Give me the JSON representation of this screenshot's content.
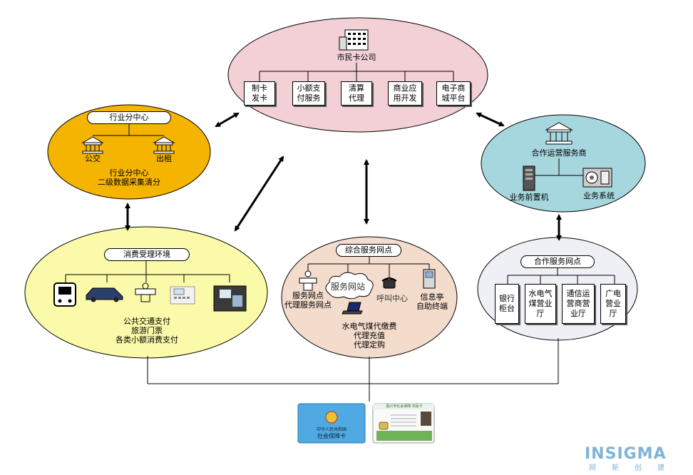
{
  "center": {
    "title": "市民卡公司",
    "units": [
      "制卡\n发卡",
      "小额支\n付服务",
      "清算\n代理",
      "商业应\n用开发",
      "电子商\n城平台"
    ]
  },
  "industry": {
    "pill": "行业分中心",
    "left_label": "公交",
    "right_label": "出租",
    "desc": "行业分中心\n二级数据采集清分"
  },
  "partner_ops": {
    "title": "合作运营服务商",
    "left_label": "业务前置机",
    "right_label": "业务系统"
  },
  "consumer": {
    "pill": "消费受理环境",
    "desc": "公共交通支付\n旅游门票\n各类小额消费支付"
  },
  "service_points": {
    "pill": "综合服务网点",
    "cloud": "服务网站",
    "call": "呼叫中心",
    "point_label": "服务网点\n代理服务网点",
    "kiosk_label": "信息亭\n自助终端",
    "desc": "水电气煤代缴费\n代理充值\n代理定购"
  },
  "partner_points": {
    "pill": "合作服务网点",
    "units": [
      "银行\n柜台",
      "水电气\n煤营业\n厅",
      "通信运\n营商营\n业厅",
      "广电\n营业\n厅"
    ]
  },
  "cards": {
    "left_line1": "中华人民共和国",
    "left_line2": "社会保障卡",
    "right_header": "嘉兴市社会保障·市民卡"
  },
  "logo": {
    "main": "INSIGMA",
    "sub": "网新创建"
  },
  "colors": {
    "center_fill": "#f2d0d5",
    "industry_fill": "#f5b400",
    "partner_ops_fill": "#a7d7de",
    "consumer_fill": "#fafaa8",
    "service_fill": "#f3dccc",
    "partner_points_fill": "#eef0f6"
  }
}
